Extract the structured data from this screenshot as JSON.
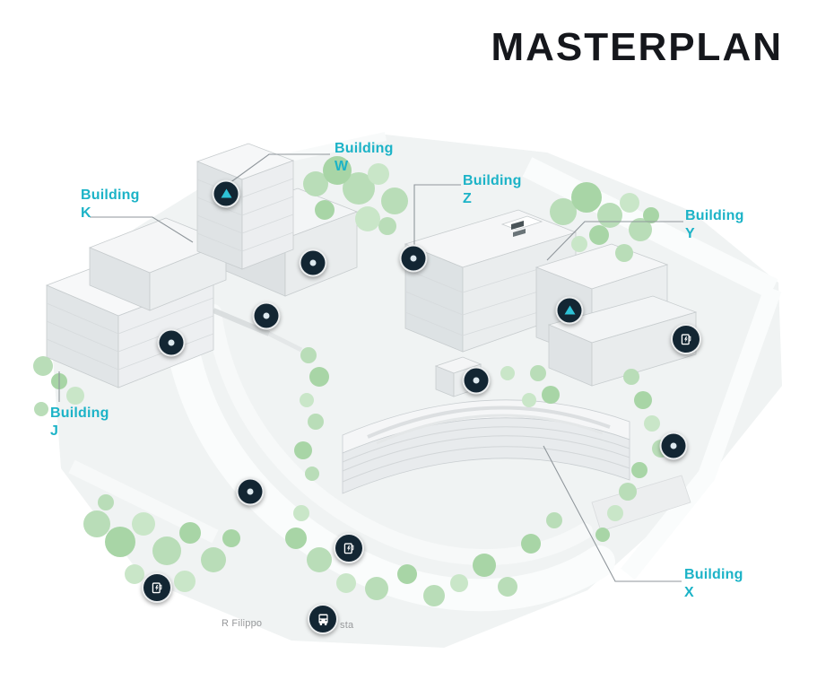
{
  "title": "MASTERPLAN",
  "colors": {
    "accent_teal": "#1cb3c7",
    "marker_navy": "#132633",
    "title_dark": "#15171c",
    "tree_green": "#b9ddb8",
    "callout_gray": "#8f969b"
  },
  "building_labels": [
    {
      "id": "W",
      "line1": "Building",
      "line2": "W"
    },
    {
      "id": "K",
      "line1": "Building",
      "line2": "K"
    },
    {
      "id": "Z",
      "line1": "Building",
      "line2": "Z"
    },
    {
      "id": "Y",
      "line1": "Building",
      "line2": "Y"
    },
    {
      "id": "J",
      "line1": "Building",
      "line2": "J"
    },
    {
      "id": "X",
      "line1": "Building",
      "line2": "X"
    }
  ],
  "icons": {
    "triangle_marker": "teal-triangle-highlight",
    "dot_marker": "dark-poi-dot",
    "ev_marker": "ev-charging-station",
    "bus_marker": "bus-stop"
  },
  "street_label": {
    "part1": "R Filippo",
    "part2": "sta"
  }
}
